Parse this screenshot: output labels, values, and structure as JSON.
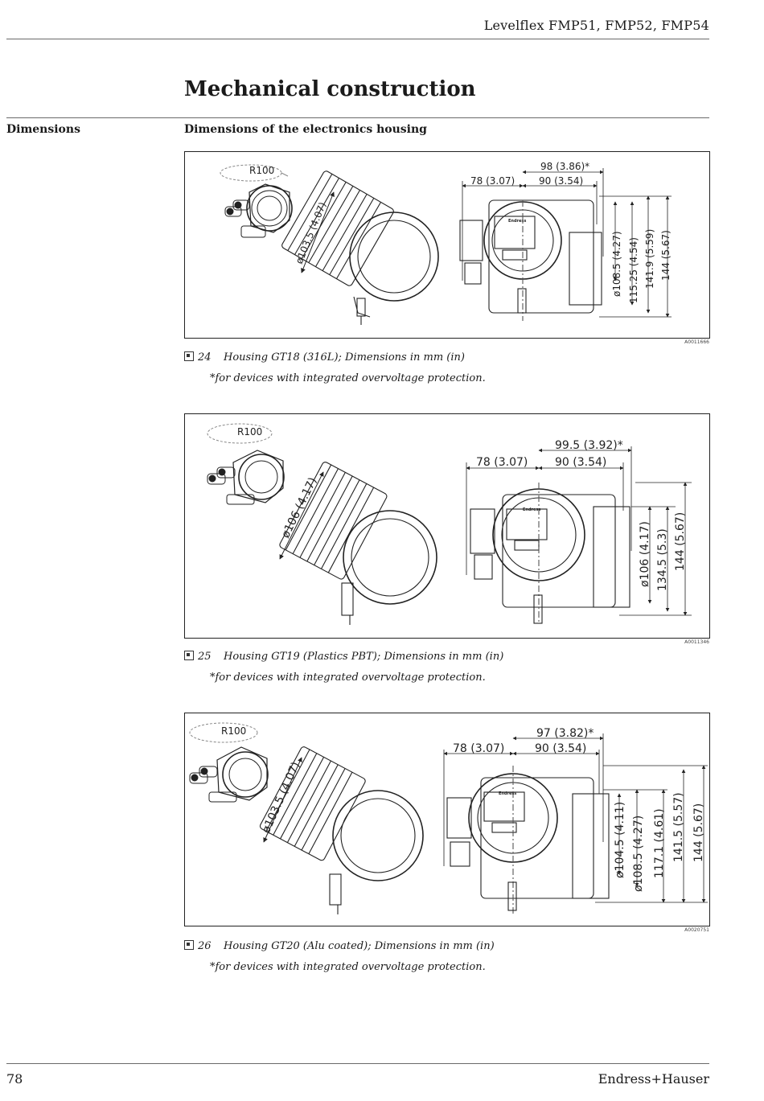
{
  "header": {
    "product": "Levelflex FMP51, FMP52, FMP54"
  },
  "section": {
    "title": "Mechanical construction"
  },
  "side_label": "Dimensions",
  "subsection": "Dimensions of the electronics housing",
  "figures": [
    {
      "number": "24",
      "caption": "Housing GT18 (316L); Dimensions in mm (in)",
      "note": "*for devices with integrated overvoltage protection.",
      "code": "A0011666",
      "labels": {
        "radius": "R100",
        "diameter": "ø103.5 (4.07)",
        "width_left": "78 (3.07)",
        "width_star": "98 (3.86)*",
        "width_right": "90 (3.54)",
        "v1": "ø108.5 (4.27)",
        "v2": "115.25 (4.54)",
        "v3": "141.9 (5.59)",
        "v4": "144 (5.67)"
      }
    },
    {
      "number": "25",
      "caption": "Housing GT19 (Plastics PBT); Dimensions in mm (in)",
      "note": "*for devices with integrated overvoltage protection.",
      "code": "A0011346",
      "labels": {
        "radius": "R100",
        "diameter": "ø106 (4.17)",
        "width_left": "78 (3.07)",
        "width_star": "99.5 (3.92)*",
        "width_right": "90 (3.54)",
        "v1": "ø106 (4.17)",
        "v2": "134.5 (5.3)",
        "v3": "144 (5.67)"
      }
    },
    {
      "number": "26",
      "caption": "Housing GT20 (Alu coated); Dimensions in mm (in)",
      "note": "*for devices with integrated overvoltage protection.",
      "code": "A0020751",
      "labels": {
        "radius": "R100",
        "diameter": "ø103.5 (4.07)",
        "width_left": "78 (3.07)",
        "width_star": "97 (3.82)*",
        "width_right": "90 (3.54)",
        "v1": "ø104.5 (4.11)",
        "v2": "ø108.5 (4.27)",
        "v3": "117.1 (4.61)",
        "v4": "141.5 (5.57)",
        "v5": "144 (5.67)"
      }
    }
  ],
  "footer": {
    "page": "78",
    "brand": "Endress+Hauser",
    "logo_text": "Endress"
  }
}
